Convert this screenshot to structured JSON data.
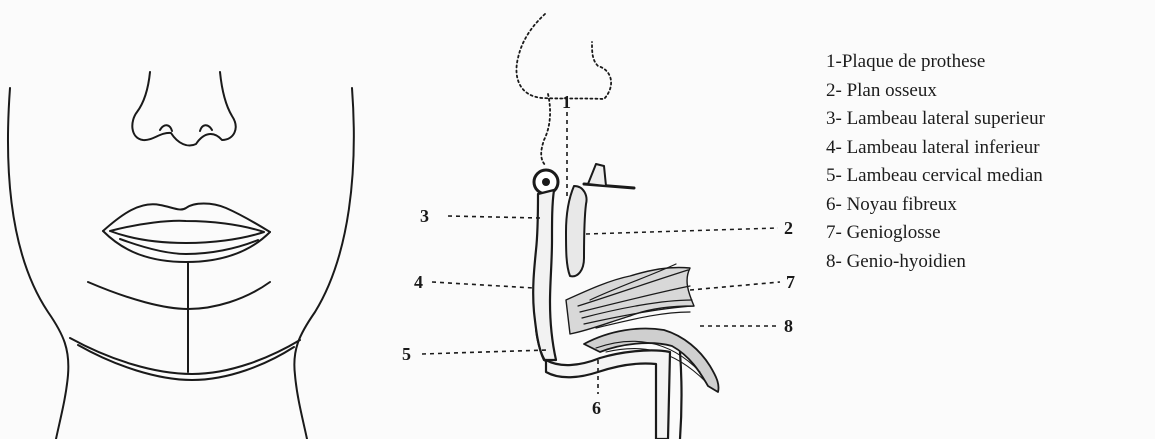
{
  "callouts": {
    "n1": "1",
    "n2": "2",
    "n3": "3",
    "n4": "4",
    "n5": "5",
    "n6": "6",
    "n7": "7",
    "n8": "8"
  },
  "legend": [
    "1-Plaque de prothese",
    "2- Plan osseux",
    "3- Lambeau lateral superieur",
    "4- Lambeau lateral inferieur",
    "5- Lambeau cervical median",
    "6- Noyau fibreux",
    "7- Genioglosse",
    "8- Genio-hyoidien"
  ],
  "colors": {
    "ink": "#1a1a1a",
    "background": "#fbfbfb",
    "muscle_fill": "#d8d8d8"
  }
}
